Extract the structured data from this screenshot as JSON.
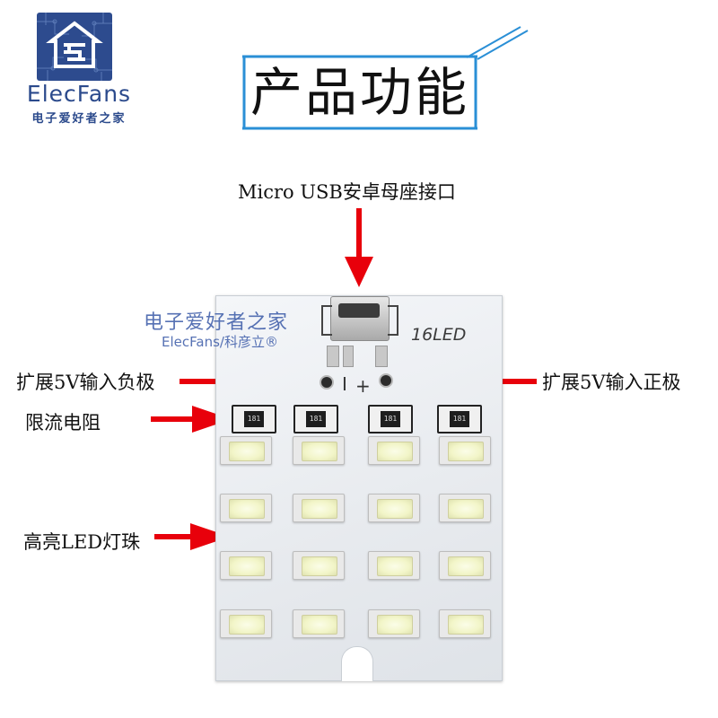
{
  "logo": {
    "name": "ElecFans",
    "subtitle": "电子爱好者之家"
  },
  "title": "产品功能",
  "callouts": {
    "usb": "Micro USB安卓母座接口",
    "negative": "扩展5V输入负极",
    "positive": "扩展5V输入正极",
    "resistor": "限流电阻",
    "leds": "高亮LED灯珠"
  },
  "board": {
    "silkscreen_label": "16LED",
    "minus_symbol": "I",
    "plus_symbol": "+",
    "resistor_code": "181",
    "watermark_cn": "电子爱好者之家",
    "watermark_en": "ElecFans/科彦立®"
  },
  "colors": {
    "arrow": "#e8000b",
    "brand_blue": "#2b4a8c",
    "frame_blue": "#2a8fd6"
  }
}
